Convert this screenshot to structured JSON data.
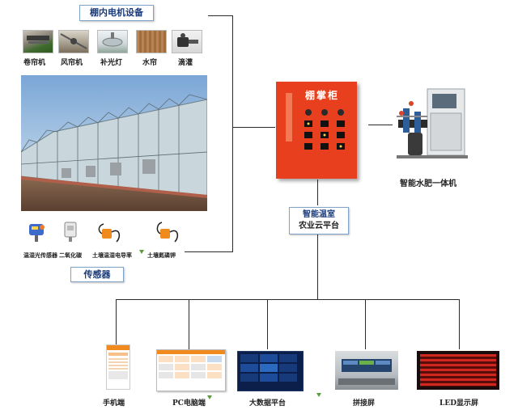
{
  "diagram": {
    "labels": {
      "motor_devices": "棚内电机设备",
      "sensors": "传感器",
      "platform_line1": "智能温室",
      "platform_line2": "农业云平台",
      "cabinet_text": "棚掌柜",
      "fertigation": "智能水肥一体机"
    },
    "motor_items": [
      "卷帘机",
      "风帘机",
      "补光灯",
      "水帘",
      "滴灌"
    ],
    "sensor_items": [
      "温湿光传感器",
      "二氧化碳",
      "土壤温湿电导率",
      "土壤氮磷钾"
    ],
    "terminals": [
      "手机端",
      "PC电脑端",
      "大数据平台",
      "拼接屏",
      "LED显示屏"
    ],
    "colors": {
      "cabinet": "#e8401e",
      "label_text": "#1a3b7a",
      "label_border": "#7fa3c9",
      "line": "#2b2b2b"
    }
  }
}
